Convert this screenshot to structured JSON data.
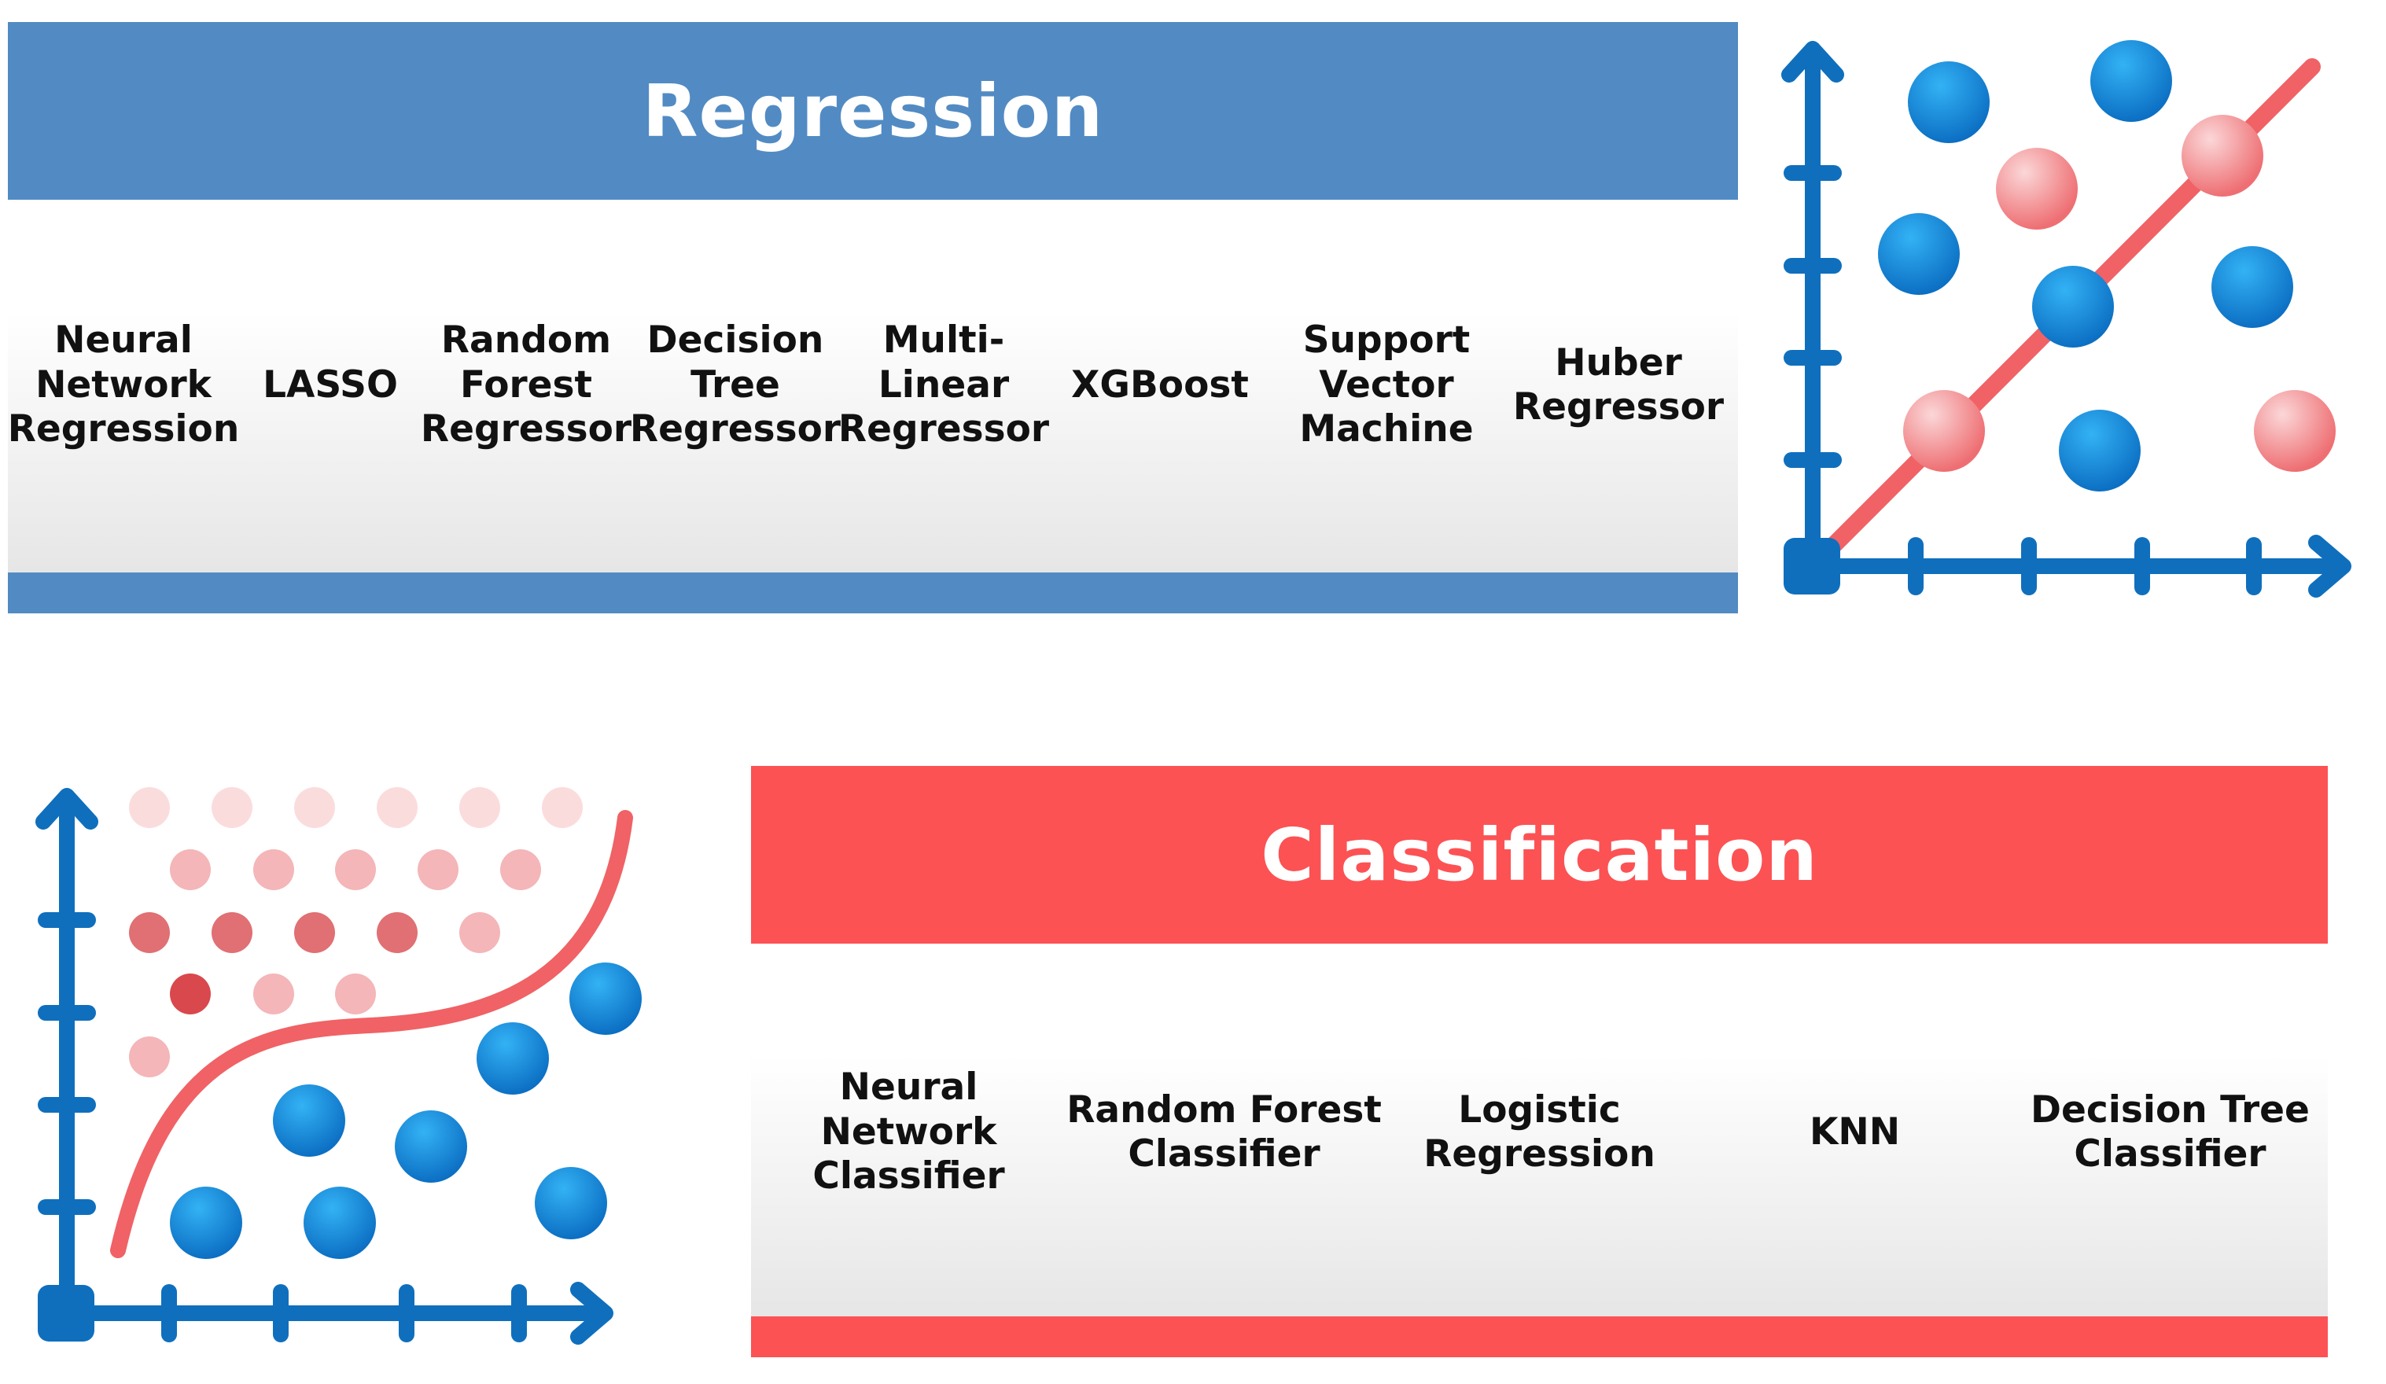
{
  "regression": {
    "title": "Regression",
    "color": "#528bc3",
    "items": [
      {
        "label": "Neural\nNetwork\nRegression"
      },
      {
        "label": "LASSO"
      },
      {
        "label": "Random\nForest\nRegressor"
      },
      {
        "label": "Decision\nTree\nRegressor"
      },
      {
        "label": "Multi-\nLinear\nRegressor"
      },
      {
        "label": "XGBoost"
      },
      {
        "label": "Support\nVector\nMachine"
      },
      {
        "label": "Huber\nRegressor"
      }
    ]
  },
  "classification": {
    "title": "Classification",
    "color": "#fc5254",
    "items": [
      {
        "label": "Neural Network\nClassifier"
      },
      {
        "label": "Random Forest\nClassifier"
      },
      {
        "label": "Logistic\nRegression"
      },
      {
        "label": "KNN"
      },
      {
        "label": "Decision Tree\nClassifier"
      }
    ]
  },
  "icons": {
    "regression_plot": "scatter-with-trend-line-icon",
    "classification_plot": "scatter-with-decision-boundary-icon",
    "axis_color": "#0f6fbd",
    "blue_point_color": "#1a90de",
    "red_point_color": "#f08c8f",
    "line_color": "#f06265"
  }
}
